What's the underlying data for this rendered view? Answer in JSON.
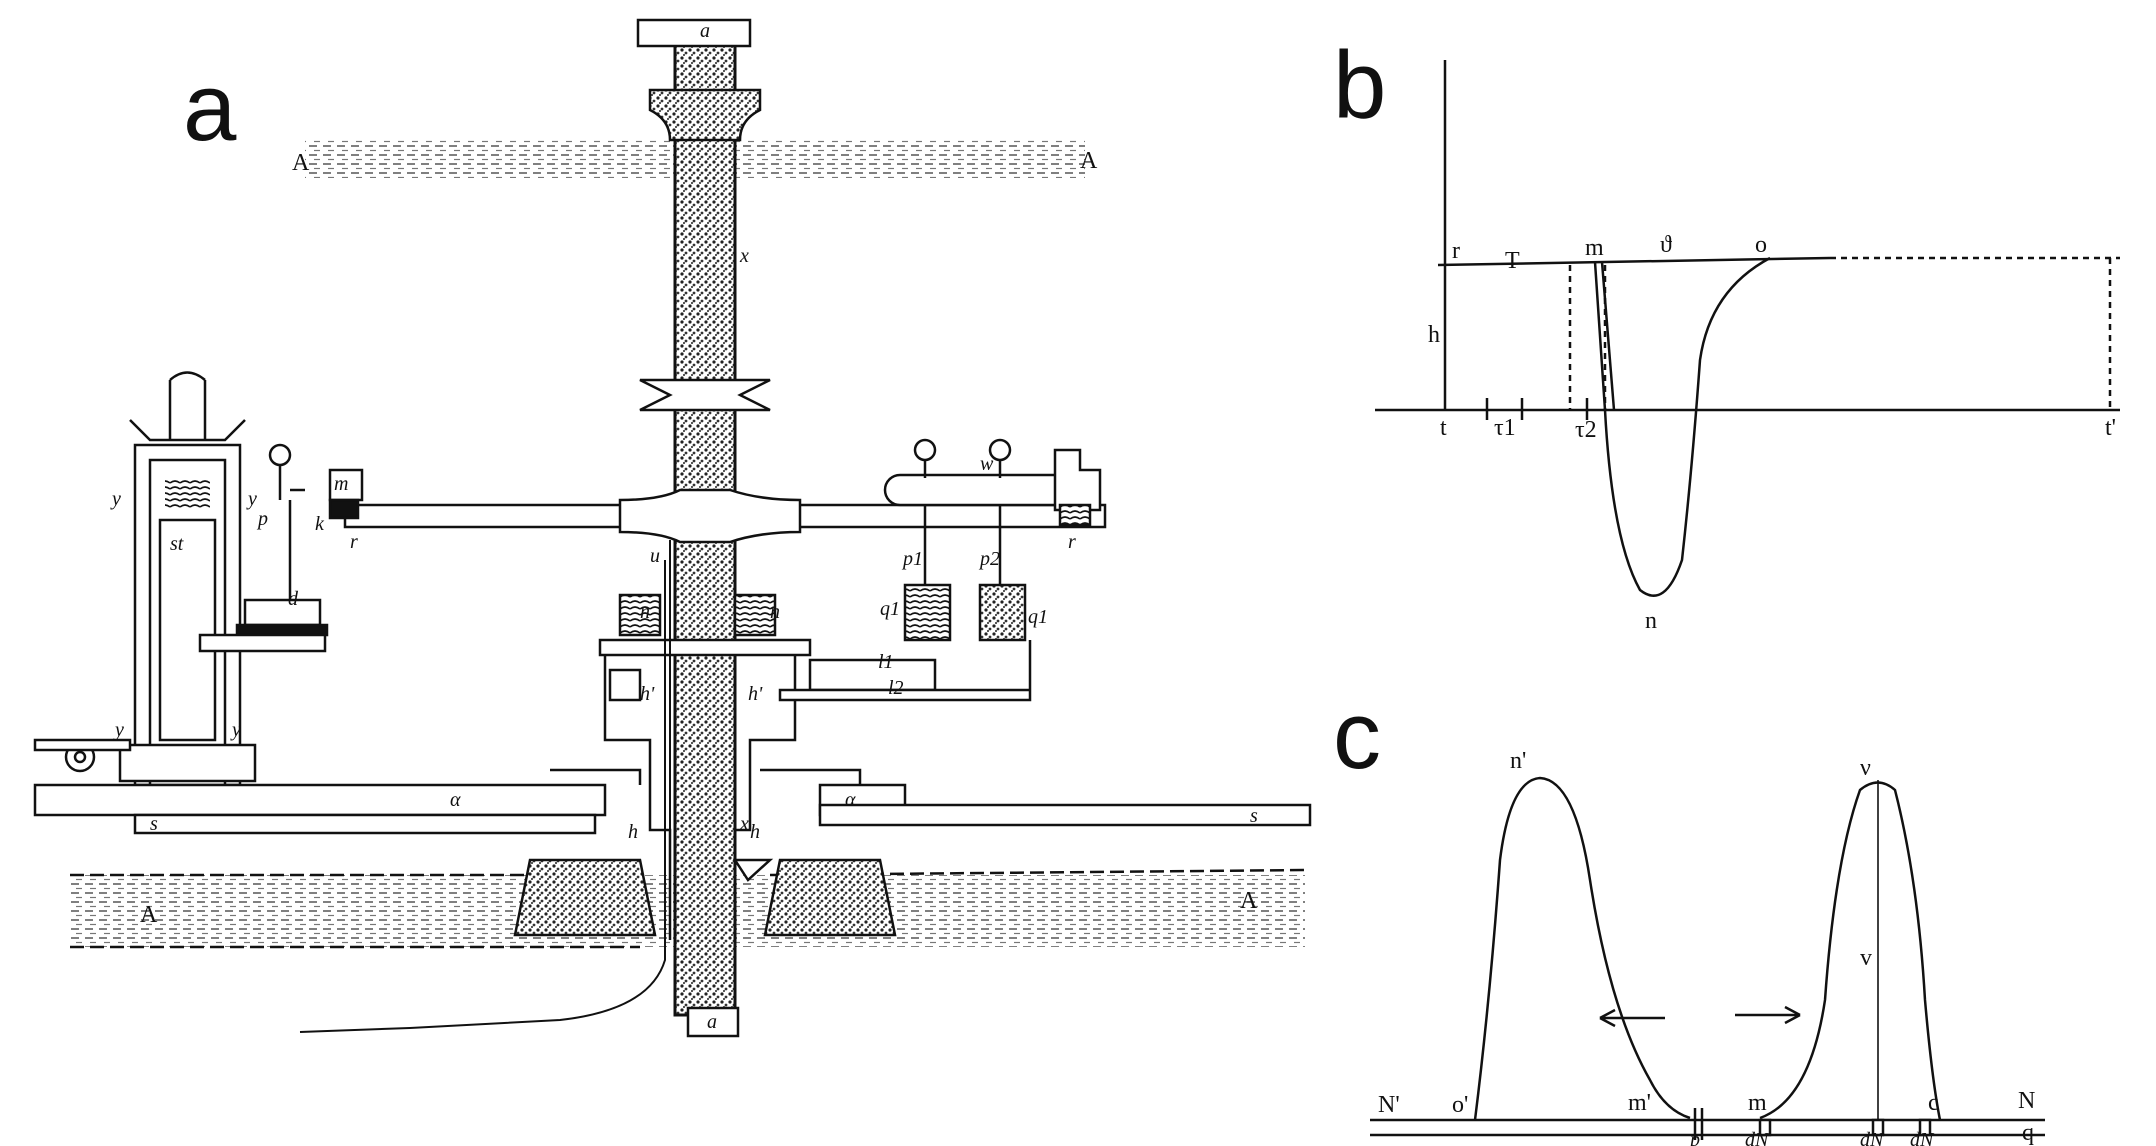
{
  "figure": {
    "panel_a": {
      "letter": "a",
      "labels": {
        "top_cap": "a",
        "bottom_cap": "a",
        "plate_left": "A",
        "plate_right": "A",
        "base_left": "A",
        "base_right": "A",
        "x_upper": "x",
        "x_lower": "x",
        "y_left": "y",
        "y_right": "y",
        "y_lower_left": "y",
        "y_lower_right": "y",
        "st": "st",
        "p": "p",
        "d": "d",
        "m": "m",
        "k": "k",
        "r_left": "r",
        "r_right": "r",
        "u": "u",
        "w": "w",
        "p1": "p1",
        "p2": "p2",
        "q_left": "q1",
        "q_right": "q1",
        "n_left": "n",
        "n_right": "n",
        "l1": "l1",
        "l2": "l2",
        "h_prime_left": "h'",
        "h_prime_right": "h'",
        "h_left": "h",
        "h_right": "h",
        "alpha_left": "α",
        "alpha_right": "α",
        "s_left": "s",
        "s_right": "s"
      }
    },
    "panel_b": {
      "letter": "b",
      "labels": {
        "r": "r",
        "T": "T",
        "m": "m",
        "theta": "ϑ",
        "o": "o",
        "h": "h",
        "t": "t",
        "tau1": "τ1",
        "tau2": "τ2",
        "t_prime": "t'",
        "n": "n"
      }
    },
    "panel_c": {
      "letter": "c",
      "labels": {
        "n_prime": "n'",
        "nu": "ν",
        "v": "v",
        "N_prime": "N'",
        "o_prime": "o'",
        "m_prime": "m'",
        "m": "m",
        "c": "c",
        "N": "N",
        "q": "q",
        "p": "p",
        "dN1": "dN",
        "dN2": "dN",
        "dN3": "dN"
      }
    }
  },
  "colors": {
    "ink": "#111111",
    "paper": "#ffffff",
    "stipple": "#6a6a6a"
  }
}
